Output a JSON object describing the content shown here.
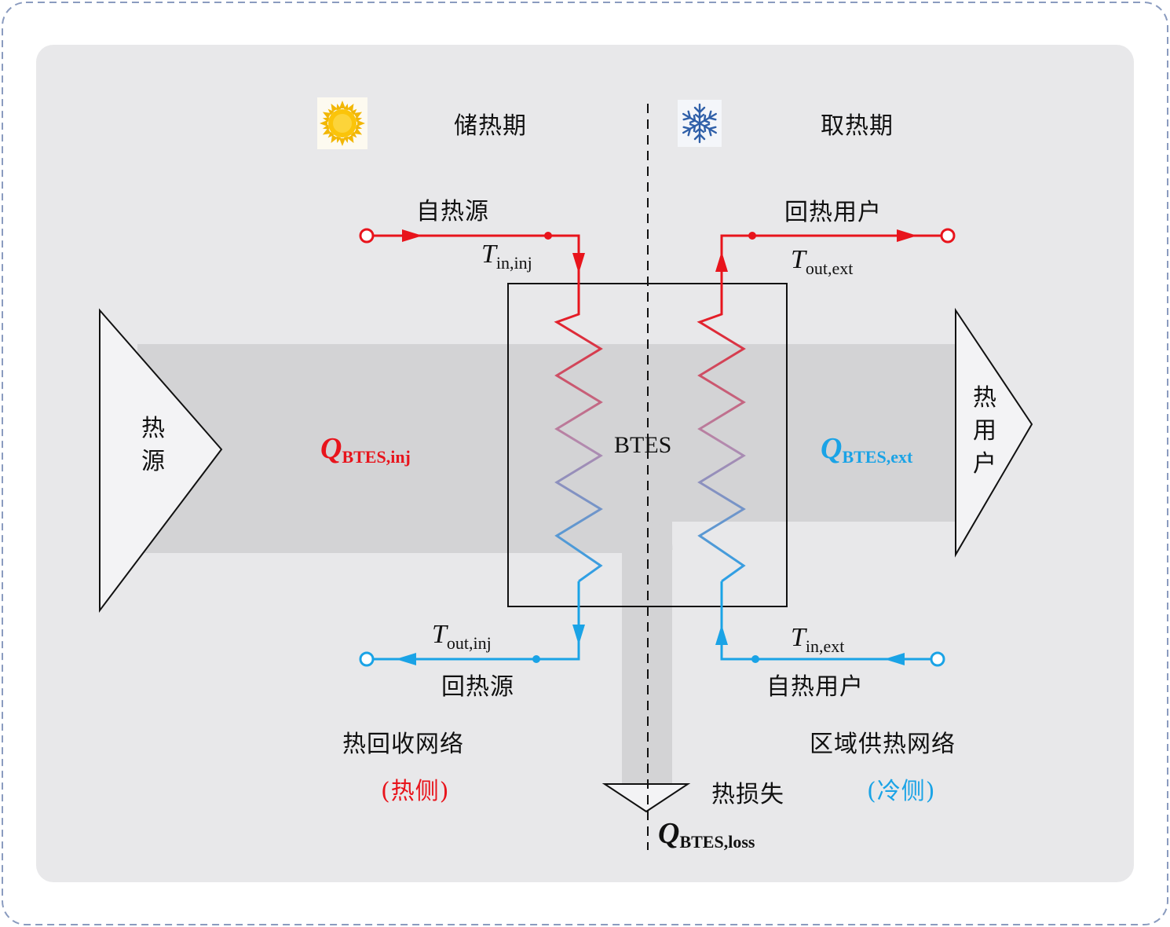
{
  "period": {
    "storage": "储热期",
    "extraction": "取热期"
  },
  "icons": {
    "storage": "sun-icon",
    "extraction": "snowflake-icon"
  },
  "source": {
    "char1": "热",
    "char2": "源"
  },
  "user": {
    "char1": "热",
    "char2": "用",
    "char3": "户"
  },
  "box_label": "BTES",
  "flows": {
    "injection": {
      "q": "Q",
      "sub": "BTES,inj"
    },
    "extraction": {
      "q": "Q",
      "sub": "BTES,ext"
    },
    "loss": {
      "q": "Q",
      "sub": "BTES,loss"
    }
  },
  "temps": {
    "in_inj": {
      "t": "T",
      "sub": "in,inj"
    },
    "out_ext": {
      "t": "T",
      "sub": "out,ext"
    },
    "out_inj": {
      "t": "T",
      "sub": "out,inj"
    },
    "in_ext": {
      "t": "T",
      "sub": "in,ext"
    }
  },
  "pipes": {
    "from_source": "自热源",
    "to_user": "回热用户",
    "to_source": "回热源",
    "from_user": "自热用户"
  },
  "networks": {
    "recovery": "热回收网络",
    "recovery_side": "(热侧)",
    "district": "区域供热网络",
    "district_side": "(冷侧)"
  },
  "loss_label": "热损失",
  "colors": {
    "hot": "#e8141c",
    "cold": "#1aa3e6",
    "band": "#d3d3d5",
    "panel": "#e8e8ea",
    "frame": "#8a9bbf"
  }
}
